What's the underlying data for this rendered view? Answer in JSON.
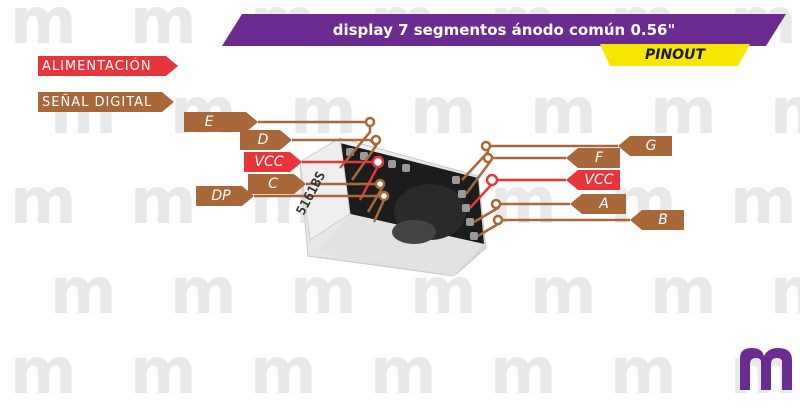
{
  "header": {
    "title": "display 7 segmentos ánodo común 0.56\"",
    "badge": "PINOUT"
  },
  "legend": [
    {
      "label": "ALIMENTACIÓN",
      "color": "#e8353b"
    },
    {
      "label": "SEÑAL DIGITAL",
      "color": "#a8683a"
    }
  ],
  "component": {
    "part_number": "5161BS"
  },
  "pins": {
    "left": [
      {
        "label": "E",
        "type": "signal"
      },
      {
        "label": "D",
        "type": "signal"
      },
      {
        "label": "VCC",
        "type": "power"
      },
      {
        "label": "C",
        "type": "signal"
      },
      {
        "label": "DP",
        "type": "signal"
      }
    ],
    "right": [
      {
        "label": "G",
        "type": "signal"
      },
      {
        "label": "F",
        "type": "signal"
      },
      {
        "label": "VCC",
        "type": "power"
      },
      {
        "label": "A",
        "type": "signal"
      },
      {
        "label": "B",
        "type": "signal"
      }
    ]
  },
  "watermark": {
    "glyph": "m"
  },
  "colors": {
    "banner": "#6b2c91",
    "badge": "#f7e600",
    "power": "#e8353b",
    "signal": "#a8683a",
    "logo": "#6b2c91"
  }
}
